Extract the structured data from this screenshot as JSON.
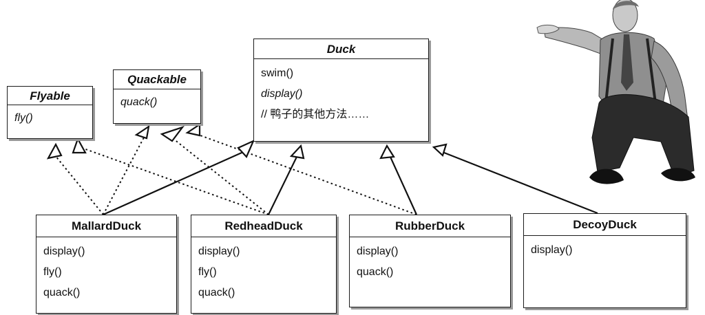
{
  "classes": {
    "flyable": {
      "name": "Flyable",
      "methods": [
        "fly()"
      ]
    },
    "quackable": {
      "name": "Quackable",
      "methods": [
        "quack()"
      ]
    },
    "duck": {
      "name": "Duck",
      "methods": [
        "swim()",
        "display()",
        "// 鸭子的其他方法……"
      ]
    },
    "mallard": {
      "name": "MallardDuck",
      "methods": [
        "display()",
        "fly()",
        "quack()"
      ]
    },
    "redhead": {
      "name": "RedheadDuck",
      "methods": [
        "display()",
        "fly()",
        "quack()"
      ]
    },
    "rubber": {
      "name": "RubberDuck",
      "methods": [
        "display()",
        "quack()"
      ]
    },
    "decoy": {
      "name": "DecoyDuck",
      "methods": [
        "display()"
      ]
    }
  },
  "relations": {
    "extends": [
      {
        "from": "mallard",
        "to": "duck"
      },
      {
        "from": "redhead",
        "to": "duck"
      },
      {
        "from": "rubber",
        "to": "duck"
      },
      {
        "from": "decoy",
        "to": "duck"
      }
    ],
    "implements": [
      {
        "from": "mallard",
        "to": "flyable"
      },
      {
        "from": "mallard",
        "to": "quackable"
      },
      {
        "from": "redhead",
        "to": "flyable"
      },
      {
        "from": "redhead",
        "to": "quackable"
      },
      {
        "from": "rubber",
        "to": "quackable"
      }
    ]
  },
  "colors": {
    "line": "#111111",
    "box_border": "#1a1a1a",
    "shadow": "#9a9a9a"
  }
}
